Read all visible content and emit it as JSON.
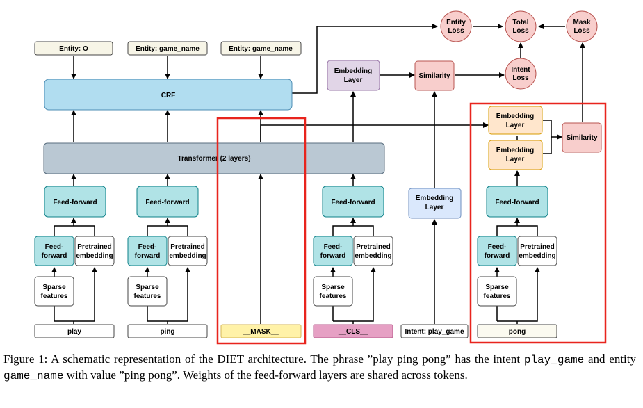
{
  "diagram": {
    "entity_labels": [
      "Entity: O",
      "Entity: game_name",
      "Entity: game_name"
    ],
    "crf": "CRF",
    "transformer": "Transformer (2 layers)",
    "feed_forward": "Feed-forward",
    "ff_small": [
      "Feed-",
      "forward"
    ],
    "pretrained": [
      "Pretrained",
      "embedding"
    ],
    "sparse": [
      "Sparse",
      "features"
    ],
    "embedding_layer": [
      "Embedding",
      "Layer"
    ],
    "similarity": "Similarity",
    "entity_loss": [
      "Entity",
      "Loss"
    ],
    "total_loss": [
      "Total",
      "Loss"
    ],
    "mask_loss": [
      "Mask",
      "Loss"
    ],
    "intent_loss": [
      "Intent",
      "Loss"
    ],
    "tokens": {
      "play": "play",
      "ping": "ping",
      "mask": "__MASK__",
      "cls": "__CLS__",
      "intent": "Intent: play_game",
      "pong": "pong"
    }
  },
  "caption": {
    "p1": "Figure 1:  A schematic representation of the DIET architecture.  The phrase ”play ping pong” has the intent ",
    "code1": "play_game",
    "p2": " and entity ",
    "code2": "game_name",
    "p3": " with value ”ping pong”. Weights of the feed-forward layers are shared across tokens."
  }
}
